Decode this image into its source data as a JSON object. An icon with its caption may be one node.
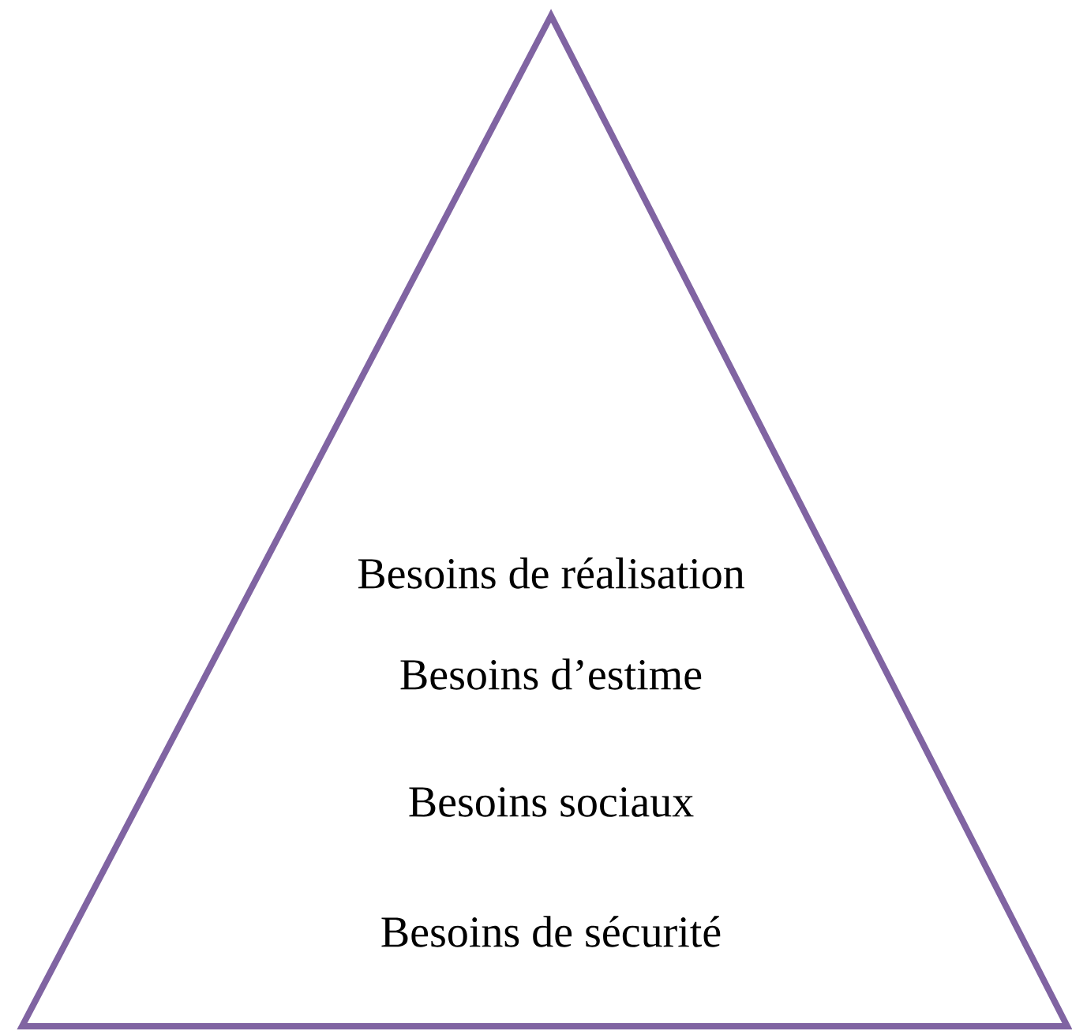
{
  "diagram": {
    "nodes": [
      {
        "text": [
          "Besoins de réalisation",
          "Besoins d’estime",
          "Besoins sociaux",
          "Besoins de sécurité"
        ]
      }
    ]
  }
}
